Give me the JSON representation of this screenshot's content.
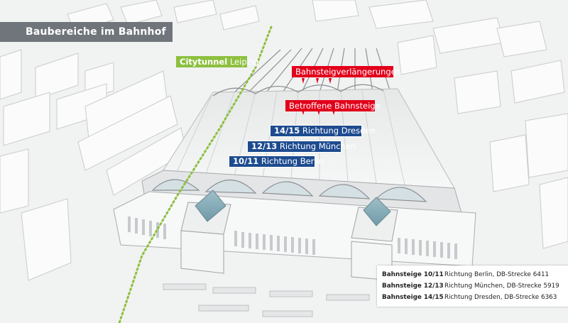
{
  "title": "Baubereiche im Bahnhof",
  "labels": {
    "citytunnel": {
      "bold": "Citytunnel",
      "rest": " Leipzig"
    },
    "platform_extensions": "Bahnsteigverlängerungen",
    "affected_platforms": "Betroffene Bahnsteige",
    "platform_14_15": {
      "bold": "14/15",
      "rest": " Richtung Dresden"
    },
    "platform_12_13": {
      "bold": "12/13",
      "rest": " Richtung München"
    },
    "platform_10_11": {
      "bold": "10/11",
      "rest": " Richtung Berlin"
    }
  },
  "legend": [
    {
      "platform": "Bahnsteige 10/11",
      "direction": "Richtung Berlin, DB-Strecke 6411"
    },
    {
      "platform": "Bahnsteige 12/13",
      "direction": "Richtung München, DB-Strecke 5919"
    },
    {
      "platform": "Bahnsteige 14/15",
      "direction": "Richtung Dresden, DB-Strecke 6363"
    }
  ],
  "colors": {
    "citytunnel": "#8dc03f",
    "construction": "#e2001a",
    "platforms": "#1d4b8f",
    "title_banner": "#6f757a"
  }
}
